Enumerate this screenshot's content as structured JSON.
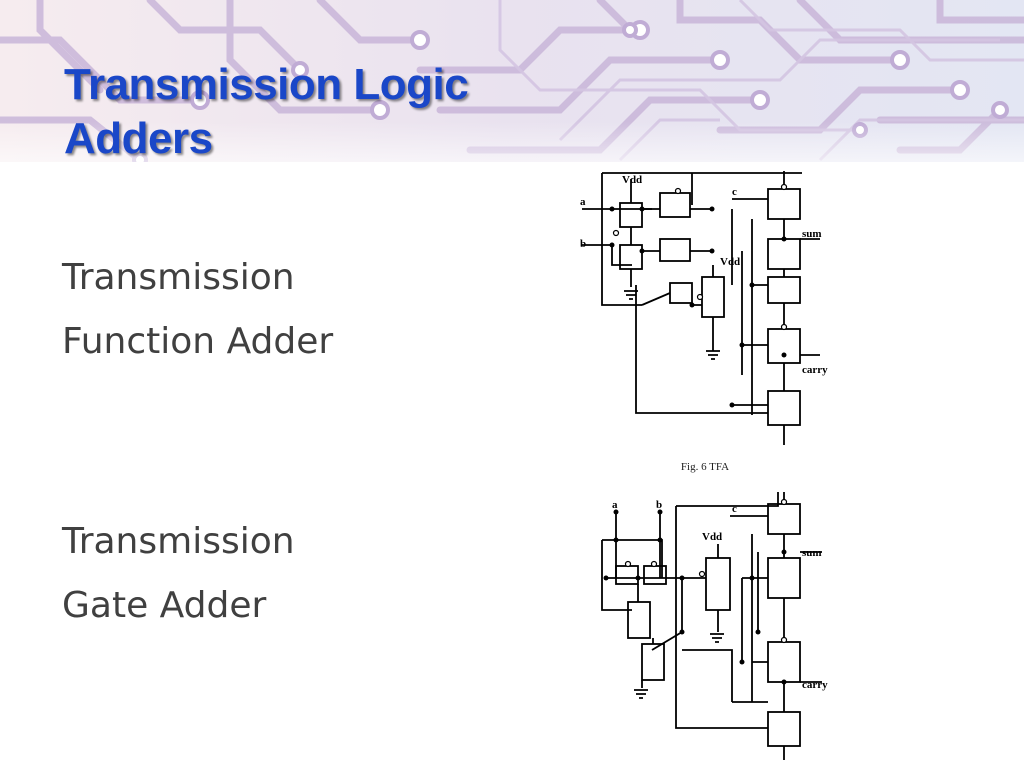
{
  "slide": {
    "title_line1": "Transmission Logic",
    "title_line2": "Adders",
    "items": [
      {
        "line1": "Transmission",
        "line2": "Function Adder"
      },
      {
        "line1": "Transmission",
        "line2": "Gate Adder"
      }
    ],
    "caption": "Fig. 6 TFA"
  },
  "tfa_labels": {
    "vdd1": "Vdd",
    "vdd2": "Vdd",
    "a": "a",
    "b": "b",
    "c": "c",
    "sum": "sum",
    "carry": "carry"
  },
  "tga_labels": {
    "a": "a",
    "b": "b",
    "vdd": "Vdd",
    "c": "c",
    "sum": "sum",
    "carry": "carry"
  },
  "colors": {
    "title": "#1a47c8",
    "body_text": "#404040",
    "banner_bg": "#e8e4f0",
    "banner_trace": "#b9a9d0"
  }
}
